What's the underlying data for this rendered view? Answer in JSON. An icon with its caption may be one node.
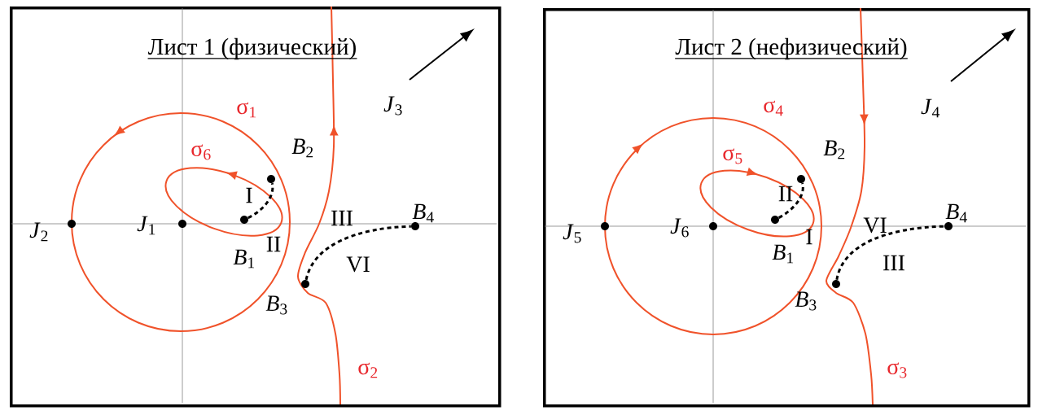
{
  "diagram": {
    "nodes": [
      {
        "text": [
          "Лист 1 (физический)"
        ]
      },
      {
        "text": [],
        "shape": "circle",
        "in": 0,
        "beside": [
          "*J*$_{2}$"
        ]
      },
      {
        "text": [],
        "shape": "circle",
        "in": 0,
        "beside": [
          "*J*$_{1}$"
        ]
      },
      {
        "text": [],
        "shape": "circle",
        "in": 0,
        "beside": [
          "*B*$_{1}$"
        ]
      },
      {
        "text": [],
        "shape": "circle",
        "in": 0,
        "beside": [
          "*B*$_{2}$"
        ]
      },
      {
        "text": [],
        "shape": "circle",
        "in": 0,
        "beside": [
          "*B*$_{3}$"
        ]
      },
      {
        "text": [],
        "shape": "circle",
        "in": 0,
        "beside": [
          "*B*$_{4}$"
        ]
      },
      {
        "text": [
          "Лист 2 (нефизический)"
        ]
      },
      {
        "text": [],
        "shape": "circle",
        "in": 7,
        "beside": [
          "*J*$_{5}$"
        ]
      },
      {
        "text": [],
        "shape": "circle",
        "in": 7,
        "beside": [
          "*J*$_{6}$"
        ]
      },
      {
        "text": [],
        "shape": "circle",
        "in": 7,
        "beside": [
          "*B*$_{1}$"
        ]
      },
      {
        "text": [],
        "shape": "circle",
        "in": 7,
        "beside": [
          "*B*$_{2}$"
        ]
      },
      {
        "text": [],
        "shape": "circle",
        "in": 7,
        "beside": [
          "*B*$_{3}$"
        ]
      },
      {
        "text": [],
        "shape": "circle",
        "in": 7,
        "beside": [
          "*B*$_{4}$"
        ]
      }
    ],
    "edges": [
      {
        "from": 3,
        "to": 4,
        "arrow": "none",
        "style": "dashed"
      },
      {
        "from": 5,
        "to": 6,
        "arrow": "none",
        "style": "dashed"
      },
      {
        "from": 10,
        "to": 11,
        "arrow": "none",
        "style": "dashed"
      },
      {
        "from": 12,
        "to": 13,
        "arrow": "none",
        "style": "dashed"
      }
    ],
    "labels": [
      "*J*$_{3}$",
      "σ$_{1}$",
      "σ$_{6}$",
      "I",
      "III",
      "II",
      "VI",
      "σ$_{2}$",
      "*J*$_{4}$",
      "σ$_{4}$",
      "σ$_{5}$",
      "II",
      "I",
      "VI",
      "III",
      "σ$_{3}$"
    ]
  }
}
